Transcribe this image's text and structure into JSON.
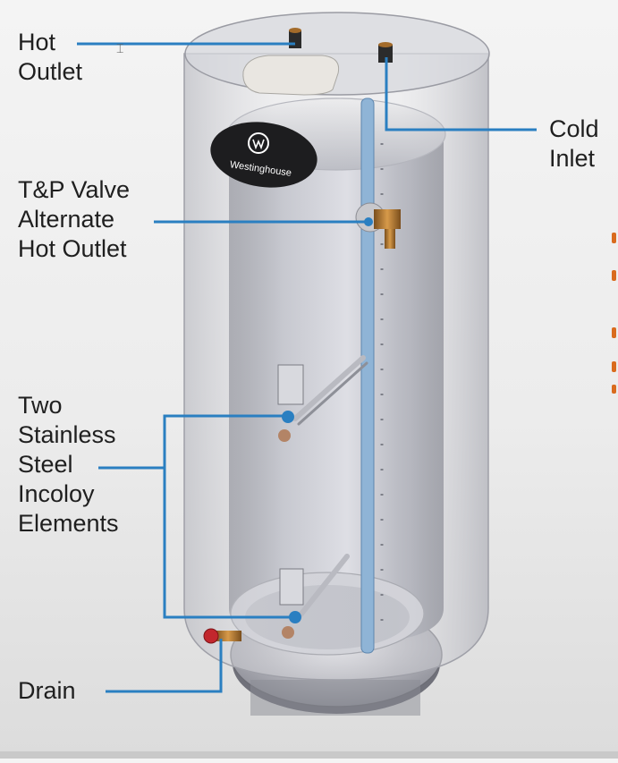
{
  "labels": {
    "hot_outlet": "Hot\nOutlet",
    "cold_inlet": "Cold\nInlet",
    "tp_valve": "T&P Valve\nAlternate\nHot Outlet",
    "elements": "Two\nStainless\nSteel\nIncoloy\nElements",
    "drain": "Drain"
  },
  "brand": "Westinghouse",
  "colors": {
    "callout_line": "#2a7fc1",
    "label_text": "#1f1f1f",
    "accent_edge": "#d96b1e"
  }
}
